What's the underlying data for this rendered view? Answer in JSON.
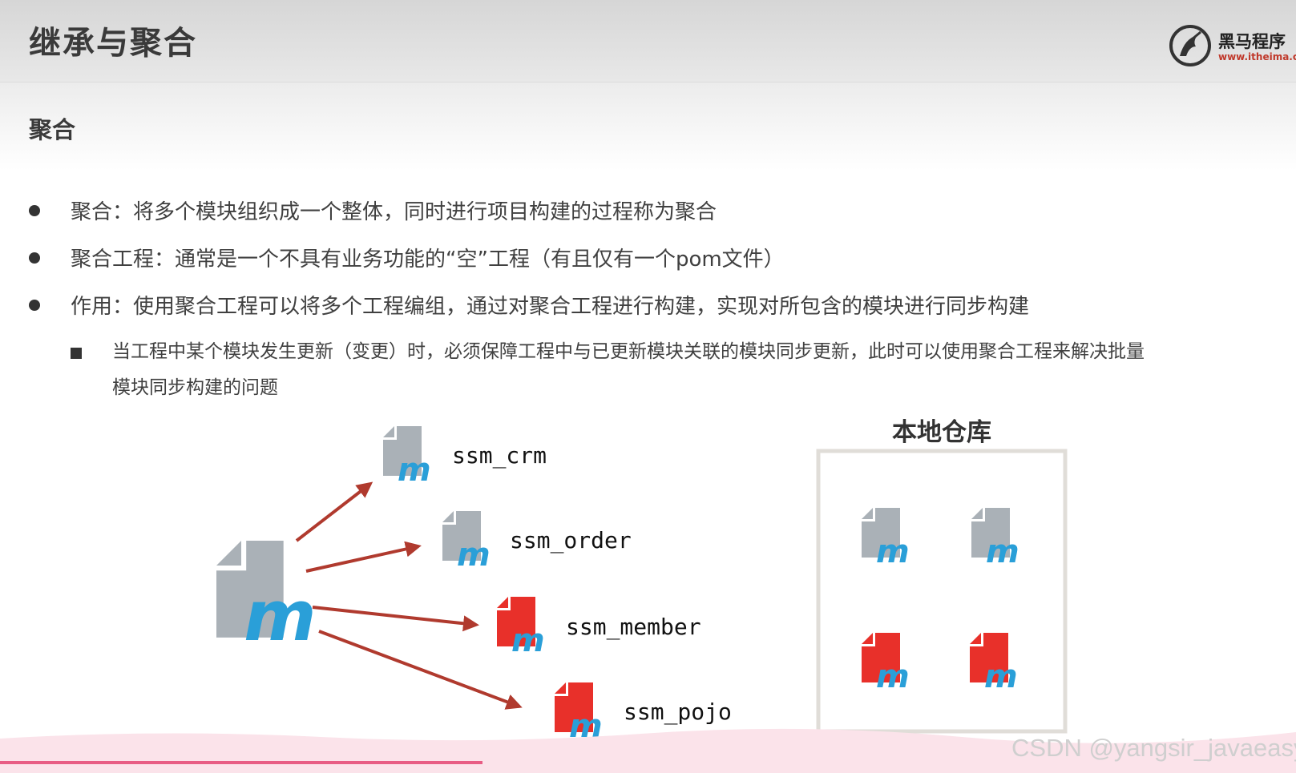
{
  "header": {
    "title": "继承与聚合",
    "logo": {
      "name": "黑马程序",
      "url": "www.itheima.c"
    }
  },
  "section": {
    "title": "聚合"
  },
  "bullets": [
    "聚合：将多个模块组织成一个整体，同时进行项目构建的过程称为聚合",
    "聚合工程：通常是一个不具有业务功能的“空”工程（有且仅有一个pom文件）",
    "作用：使用聚合工程可以将多个工程编组，通过对聚合工程进行构建，实现对所包含的模块进行同步构建"
  ],
  "sub_bullet": {
    "line1": "当工程中某个模块发生更新（变更）时，必须保障工程中与已更新模块关联的模块同步更新，此时可以使用聚合工程来解决批量",
    "line2": "模块同步构建的问题"
  },
  "diagram": {
    "modules": [
      "ssm_crm",
      "ssm_order",
      "ssm_member",
      "ssm_pojo"
    ],
    "repo_title": "本地仓库",
    "colors": {
      "gray_icon": "#aab1b7",
      "red_icon": "#e8302a",
      "maven_m": "#2a9fd8",
      "arrow": "#b03a2e"
    }
  },
  "watermark": "CSDN @yangsir_javaeasy"
}
